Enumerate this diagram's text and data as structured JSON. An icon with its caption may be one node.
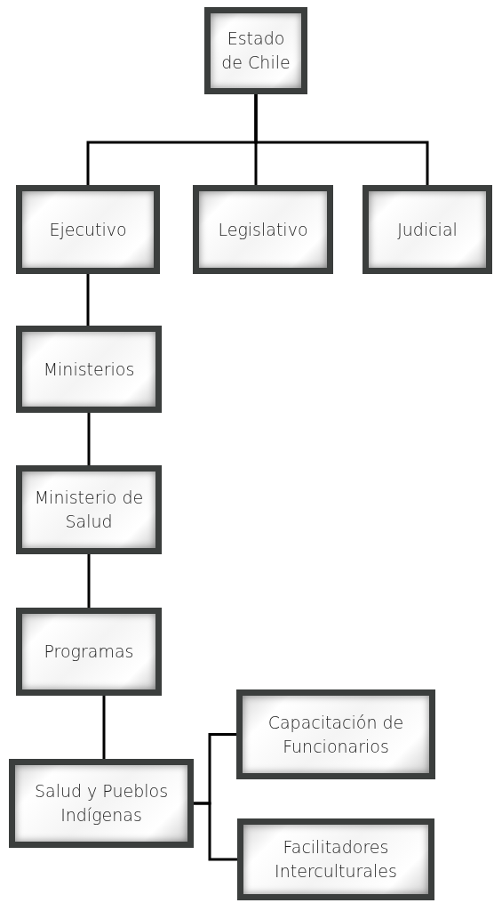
{
  "diagram": {
    "nodes": [
      {
        "text": [
          "Estado de Chile"
        ]
      },
      {
        "text": [
          "Ejecutivo"
        ]
      },
      {
        "text": [
          "Legislativo"
        ]
      },
      {
        "text": [
          "Judicial"
        ]
      },
      {
        "text": [
          "Ministerios"
        ]
      },
      {
        "text": [
          "Ministerio de Salud"
        ]
      },
      {
        "text": [
          "Programas"
        ]
      },
      {
        "text": [
          "Salud y Pueblos Indígenas"
        ]
      },
      {
        "text": [
          "Capacitación de Funcionarios"
        ]
      },
      {
        "text": [
          "Facilitadores Interculturales"
        ]
      }
    ],
    "edges": [
      {
        "from": 0,
        "to": 1,
        "arrow": "none"
      },
      {
        "from": 0,
        "to": 2,
        "arrow": "none"
      },
      {
        "from": 0,
        "to": 3,
        "arrow": "none"
      },
      {
        "from": 1,
        "to": 4,
        "arrow": "none"
      },
      {
        "from": 4,
        "to": 5,
        "arrow": "none"
      },
      {
        "from": 5,
        "to": 6,
        "arrow": "none"
      },
      {
        "from": 6,
        "to": 7,
        "arrow": "none"
      },
      {
        "from": 7,
        "to": 8,
        "arrow": "none"
      },
      {
        "from": 7,
        "to": 9,
        "arrow": "none"
      }
    ]
  }
}
